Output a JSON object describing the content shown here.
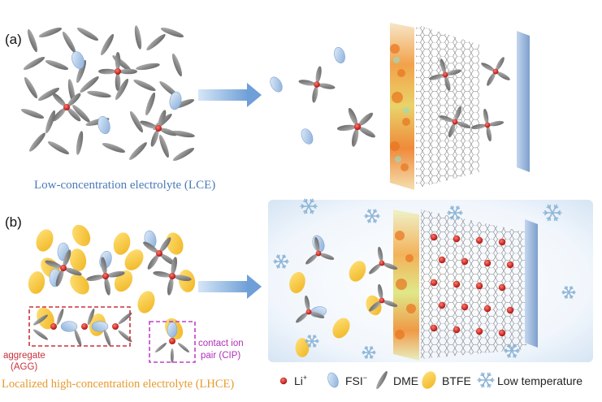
{
  "panel_a": {
    "label": "(a)",
    "caption": "Low-concentration electrolyte (LCE)"
  },
  "panel_b": {
    "label": "(b)",
    "caption": "Localized high-concentration electrolyte (LHCE)",
    "agg_label_1": "aggregate",
    "agg_label_2": "(AGG)",
    "cip_label_1": "contact ion",
    "cip_label_2": "pair (CIP)"
  },
  "legend": {
    "li": "Li",
    "li_sup": "+",
    "fsi": "FSI",
    "fsi_sup": "−",
    "dme": "DME",
    "btfe": "BTFE",
    "lowtemp": "Low temperature"
  },
  "colors": {
    "li": "#d01b1b",
    "fsi": "#a9c9ec",
    "dme": "#8a8a8a",
    "btfe": "#f6c93b",
    "snow": "#8fb6d6",
    "agg_box": "#c8323a",
    "cip_box": "#c040c8",
    "caption_a": "#4a7ab8",
    "caption_b": "#e69a2e",
    "electrode": "#a8c0e0"
  }
}
